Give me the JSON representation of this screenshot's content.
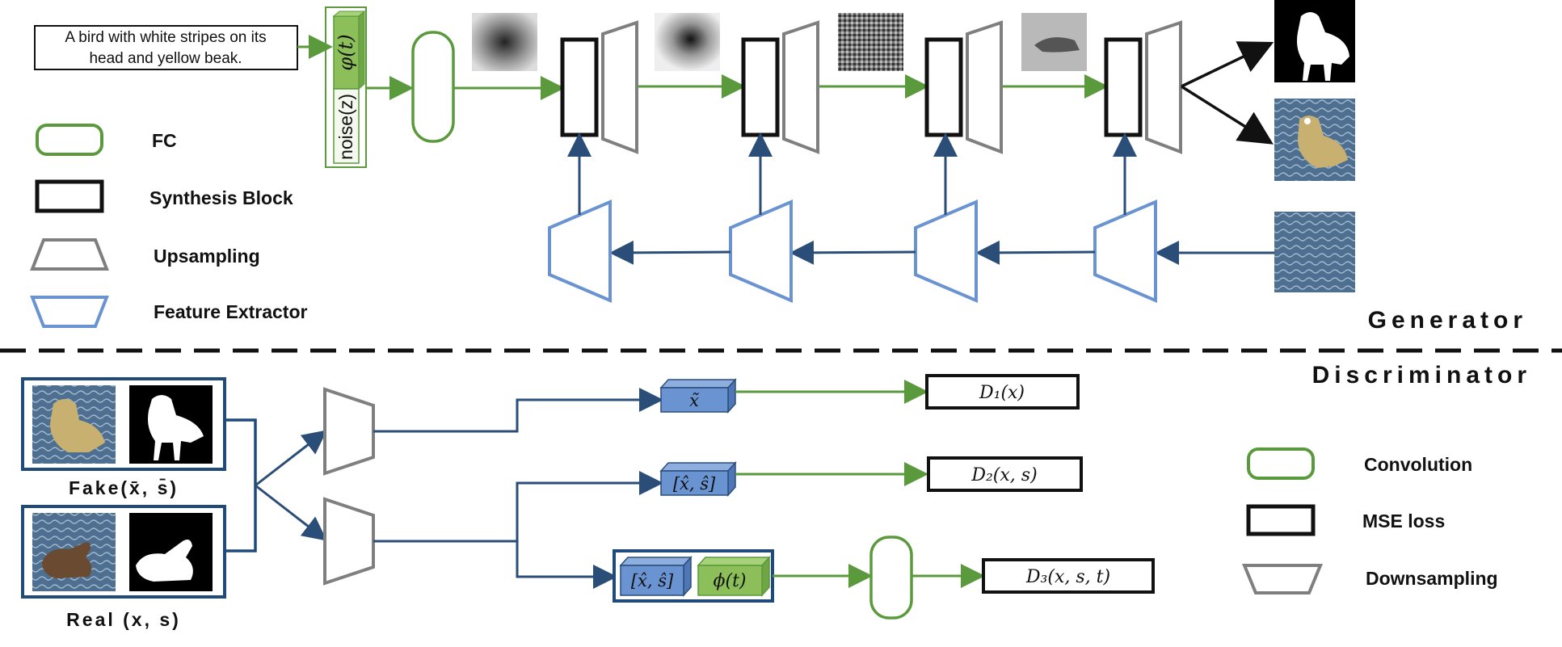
{
  "text_input": {
    "line1": "A bird with white stripes on its",
    "line2": "head and yellow beak."
  },
  "embedding": {
    "phi_label": "φ(t)",
    "noise_label": "noise(z)"
  },
  "legend_generator": {
    "fc": "FC",
    "synthesis_block": "Synthesis Block",
    "upsampling": "Upsampling",
    "feature_extractor": "Feature Extractor"
  },
  "sections": {
    "generator": "Generator",
    "discriminator": "Discriminator"
  },
  "discriminator": {
    "fake_label": "Fake(x̄, s̄)",
    "real_label": "Real (x, s)",
    "node_x": "x̃",
    "node_xs1": "[x̂, ŝ]",
    "node_xs2": "[x̂, ŝ]",
    "node_phi": "ϕ(t)",
    "d1": "D₁(x)",
    "d2": "D₂(x, s)",
    "d3": "D₃(x, s, t)"
  },
  "legend_discriminator": {
    "convolution": "Convolution",
    "mse_loss": "MSE loss",
    "downsampling": "Downsampling"
  },
  "colors": {
    "green": "#5a9a3c",
    "blue_arrow": "#2a4e78",
    "blue_box": "#6a93d2",
    "gray": "#7f7f7f",
    "dark_blue_border": "#1f4a7a"
  }
}
